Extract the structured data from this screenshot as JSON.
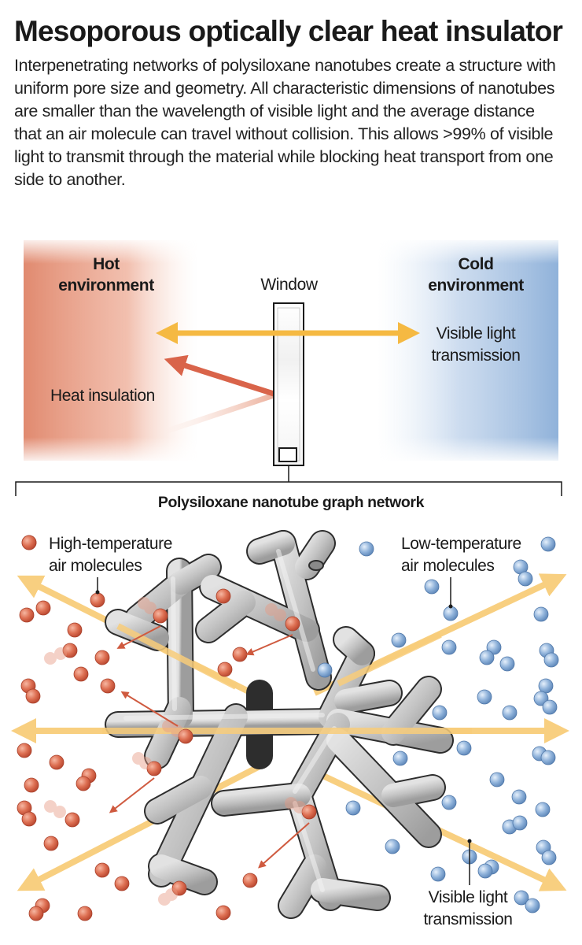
{
  "header": {
    "title": "Mesoporous optically clear heat insulator",
    "description": "Interpenetrating networks of polysiloxane nanotubes create a structure with uniform pore size and geometry. All characteristic dimensions of nanotubes are smaller than the wavelength of visible light and the average distance that an air molecule can travel without collision. This allows >99% of visible light to transmit through the material while blocking heat transport from one side to another."
  },
  "top_panel": {
    "hot_label_line1": "Hot",
    "hot_label_line2": "environment",
    "cold_label_line1": "Cold",
    "cold_label_line2": "environment",
    "window_label": "Window",
    "visible_light_line1": "Visible light",
    "visible_light_line2": "transmission",
    "heat_label": "Heat insulation"
  },
  "bottom_panel": {
    "title": "Polysiloxane nanotube graph network",
    "high_temp_line1": "High-temperature",
    "high_temp_line2": "air molecules",
    "low_temp_line1": "Low-temperature",
    "low_temp_line2": "air molecules",
    "visible_light_line1": "Visible light",
    "visible_light_line2": "transmission"
  },
  "colors": {
    "hot": "#d9745a",
    "cold": "#8fb2da",
    "light_arrow": "#f5b942",
    "heat_arrow": "#d9644a",
    "nanotube": "#c4c4c4"
  }
}
